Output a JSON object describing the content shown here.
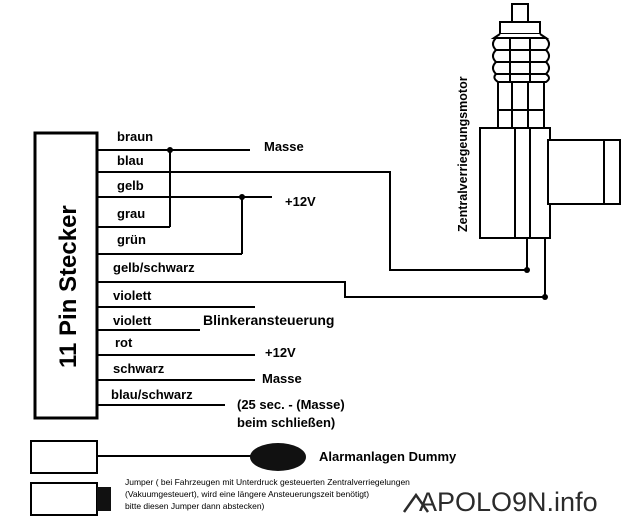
{
  "connector": {
    "title": "11 Pin Stecker",
    "pins": [
      "braun",
      "blau",
      "gelb",
      "grau",
      "grün",
      "gelb/schwarz",
      "violett",
      "violett",
      "rot",
      "schwarz",
      "blau/schwarz"
    ]
  },
  "labels": {
    "masse_top": "Masse",
    "plus12v_top": "+12V",
    "blinker": "Blinkeransteuerung",
    "plus12v_bottom": "+12V",
    "masse_bottom": "Masse",
    "timing_line1": "(25 sec. - (Masse)",
    "timing_line2": "beim schließen)"
  },
  "motor": {
    "label": "Zentralverriegeungsmotor"
  },
  "dummy": {
    "label": "Alarmanlagen Dummy"
  },
  "jumper": {
    "note_line1": "Jumper ( bei Fahrzeugen mit Unterdruck gesteuerten Zentralverriegelungen",
    "note_line2": "(Vakuumgesteuert), wird eine längere Ansteuerungszeit benötigt)",
    "note_line3": "bitte diesen Jumper dann abstecken)"
  },
  "watermark": {
    "text": "APOLO9N.info"
  },
  "colors": {
    "line": "#000000",
    "background": "#ffffff",
    "dummy_blob": "#111111",
    "watermark": "#2b2b2b"
  }
}
